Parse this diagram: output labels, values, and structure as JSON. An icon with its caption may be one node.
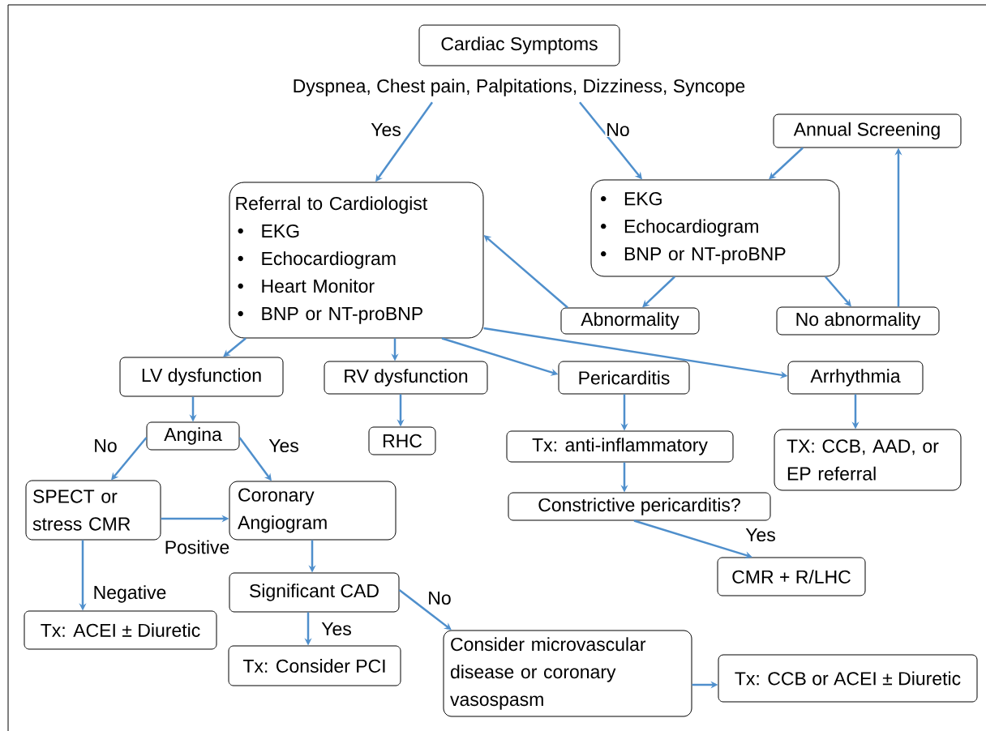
{
  "diagram": {
    "nodes": [
      {
        "text": [
          "Cardiac Symptoms"
        ]
      },
      {
        "text": [
          "Dyspnea, Chest pain, Palpitations, Dizziness, Syncope"
        ]
      },
      {
        "text": [
          "Annual Screening"
        ]
      },
      {
        "text": [
          "Referral to Cardiologist",
          "EKG",
          "Echocardiogram",
          "Heart Monitor",
          "BNP or NT-proBNP"
        ]
      },
      {
        "text": [
          "EKG",
          "Echocardiogram",
          "BNP or NT-proBNP"
        ]
      },
      {
        "text": [
          "Abnormality"
        ]
      },
      {
        "text": [
          "No abnormality"
        ]
      },
      {
        "text": [
          "LV dysfunction"
        ]
      },
      {
        "text": [
          "RV dysfunction"
        ]
      },
      {
        "text": [
          "Pericarditis"
        ]
      },
      {
        "text": [
          "Arrhythmia"
        ]
      },
      {
        "text": [
          "Angina"
        ]
      },
      {
        "text": [
          "RHC"
        ]
      },
      {
        "text": [
          "Tx: anti-inflammatory"
        ]
      },
      {
        "text": [
          "TX: CCB, AAD, or EP referral"
        ]
      },
      {
        "text": [
          "SPECT or stress CMR"
        ]
      },
      {
        "text": [
          "Coronary Angiogram"
        ]
      },
      {
        "text": [
          "Constrictive pericarditis?"
        ]
      },
      {
        "text": [
          "CMR + R/LHC"
        ]
      },
      {
        "text": [
          "Significant CAD"
        ]
      },
      {
        "text": [
          "Tx: ACEI  ± Diuretic"
        ]
      },
      {
        "text": [
          "Tx: Consider PCI"
        ]
      },
      {
        "text": [
          "Consider microvascular disease or coronary vasospasm"
        ]
      },
      {
        "text": [
          "Tx: CCB or ACEI  ± Diuretic"
        ]
      }
    ],
    "edges": [
      {
        "from": 1,
        "to": 3,
        "arrow": "to",
        "label": "Yes"
      },
      {
        "from": 1,
        "to": 4,
        "arrow": "to",
        "label": "No"
      },
      {
        "from": 2,
        "to": 4,
        "arrow": "to"
      },
      {
        "from": 6,
        "to": 2,
        "arrow": "to"
      },
      {
        "from": 4,
        "to": 5,
        "arrow": "to"
      },
      {
        "from": 4,
        "to": 6,
        "arrow": "to"
      },
      {
        "from": 5,
        "to": 3,
        "arrow": "to"
      },
      {
        "from": 3,
        "to": 7,
        "arrow": "to"
      },
      {
        "from": 3,
        "to": 8,
        "arrow": "to"
      },
      {
        "from": 3,
        "to": 9,
        "arrow": "to"
      },
      {
        "from": 3,
        "to": 10,
        "arrow": "to"
      },
      {
        "from": 7,
        "to": 11,
        "arrow": "to"
      },
      {
        "from": 8,
        "to": 12,
        "arrow": "to"
      },
      {
        "from": 9,
        "to": 13,
        "arrow": "to"
      },
      {
        "from": 10,
        "to": 14,
        "arrow": "to"
      },
      {
        "from": 11,
        "to": 15,
        "arrow": "to",
        "label": "No"
      },
      {
        "from": 11,
        "to": 16,
        "arrow": "to",
        "label": "Yes"
      },
      {
        "from": 15,
        "to": 16,
        "arrow": "to",
        "label": "Positive"
      },
      {
        "from": 15,
        "to": 20,
        "arrow": "to",
        "label": "Negative"
      },
      {
        "from": 16,
        "to": 19,
        "arrow": "to"
      },
      {
        "from": 13,
        "to": 17,
        "arrow": "to"
      },
      {
        "from": 17,
        "to": 18,
        "arrow": "to",
        "label": "Yes"
      },
      {
        "from": 19,
        "to": 21,
        "arrow": "to",
        "label": "Yes"
      },
      {
        "from": 19,
        "to": 22,
        "arrow": "to",
        "label": "No"
      },
      {
        "from": 22,
        "to": 23,
        "arrow": "to"
      }
    ]
  }
}
